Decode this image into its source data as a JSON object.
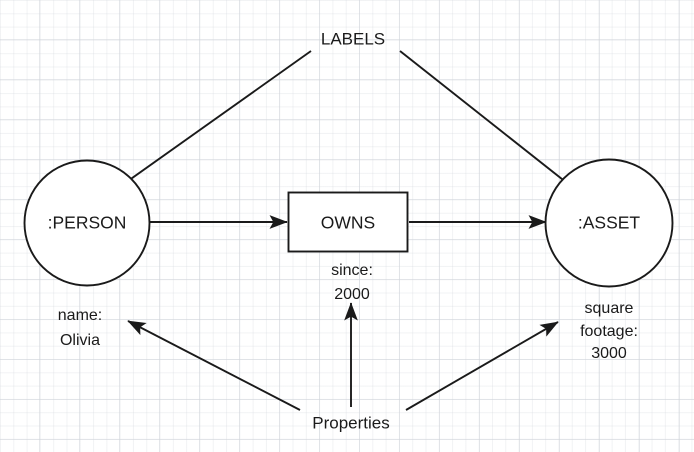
{
  "diagram": {
    "title_annotation": "LABELS",
    "bottom_annotation": "Properties",
    "colors": {
      "stroke": "#1a1a1a",
      "fill": "#ffffff",
      "grid": "#d2d6dc"
    },
    "nodes": [
      {
        "id": "person",
        "label": ":PERSON",
        "shape": "circle"
      },
      {
        "id": "owns",
        "label": "OWNS",
        "shape": "rectangle"
      },
      {
        "id": "asset",
        "label": ":ASSET",
        "shape": "circle"
      }
    ],
    "properties": [
      {
        "id": "person-property",
        "key": "name:",
        "value": "Olivia"
      },
      {
        "id": "owns-property",
        "key": "since:",
        "value": "2000"
      },
      {
        "id": "asset-property",
        "key_line1": "square",
        "key_line2": "footage:",
        "value": "3000"
      }
    ],
    "edges": [
      {
        "id": "person-to-owns",
        "from": ":PERSON",
        "to": "OWNS",
        "label": ""
      },
      {
        "id": "owns-to-asset",
        "from": "OWNS",
        "to": ":ASSET",
        "label": ""
      },
      {
        "id": "labels-to-person",
        "from": "LABELS",
        "to": ":PERSON",
        "label": ""
      },
      {
        "id": "labels-to-asset",
        "from": "LABELS",
        "to": ":ASSET",
        "label": ""
      },
      {
        "id": "properties-to-name",
        "from": "Properties",
        "to": "name: Olivia",
        "label": ""
      },
      {
        "id": "properties-to-since",
        "from": "Properties",
        "to": "since: 2000",
        "label": ""
      },
      {
        "id": "properties-to-footage",
        "from": "Properties",
        "to": "square footage: 3000",
        "label": ""
      }
    ]
  }
}
